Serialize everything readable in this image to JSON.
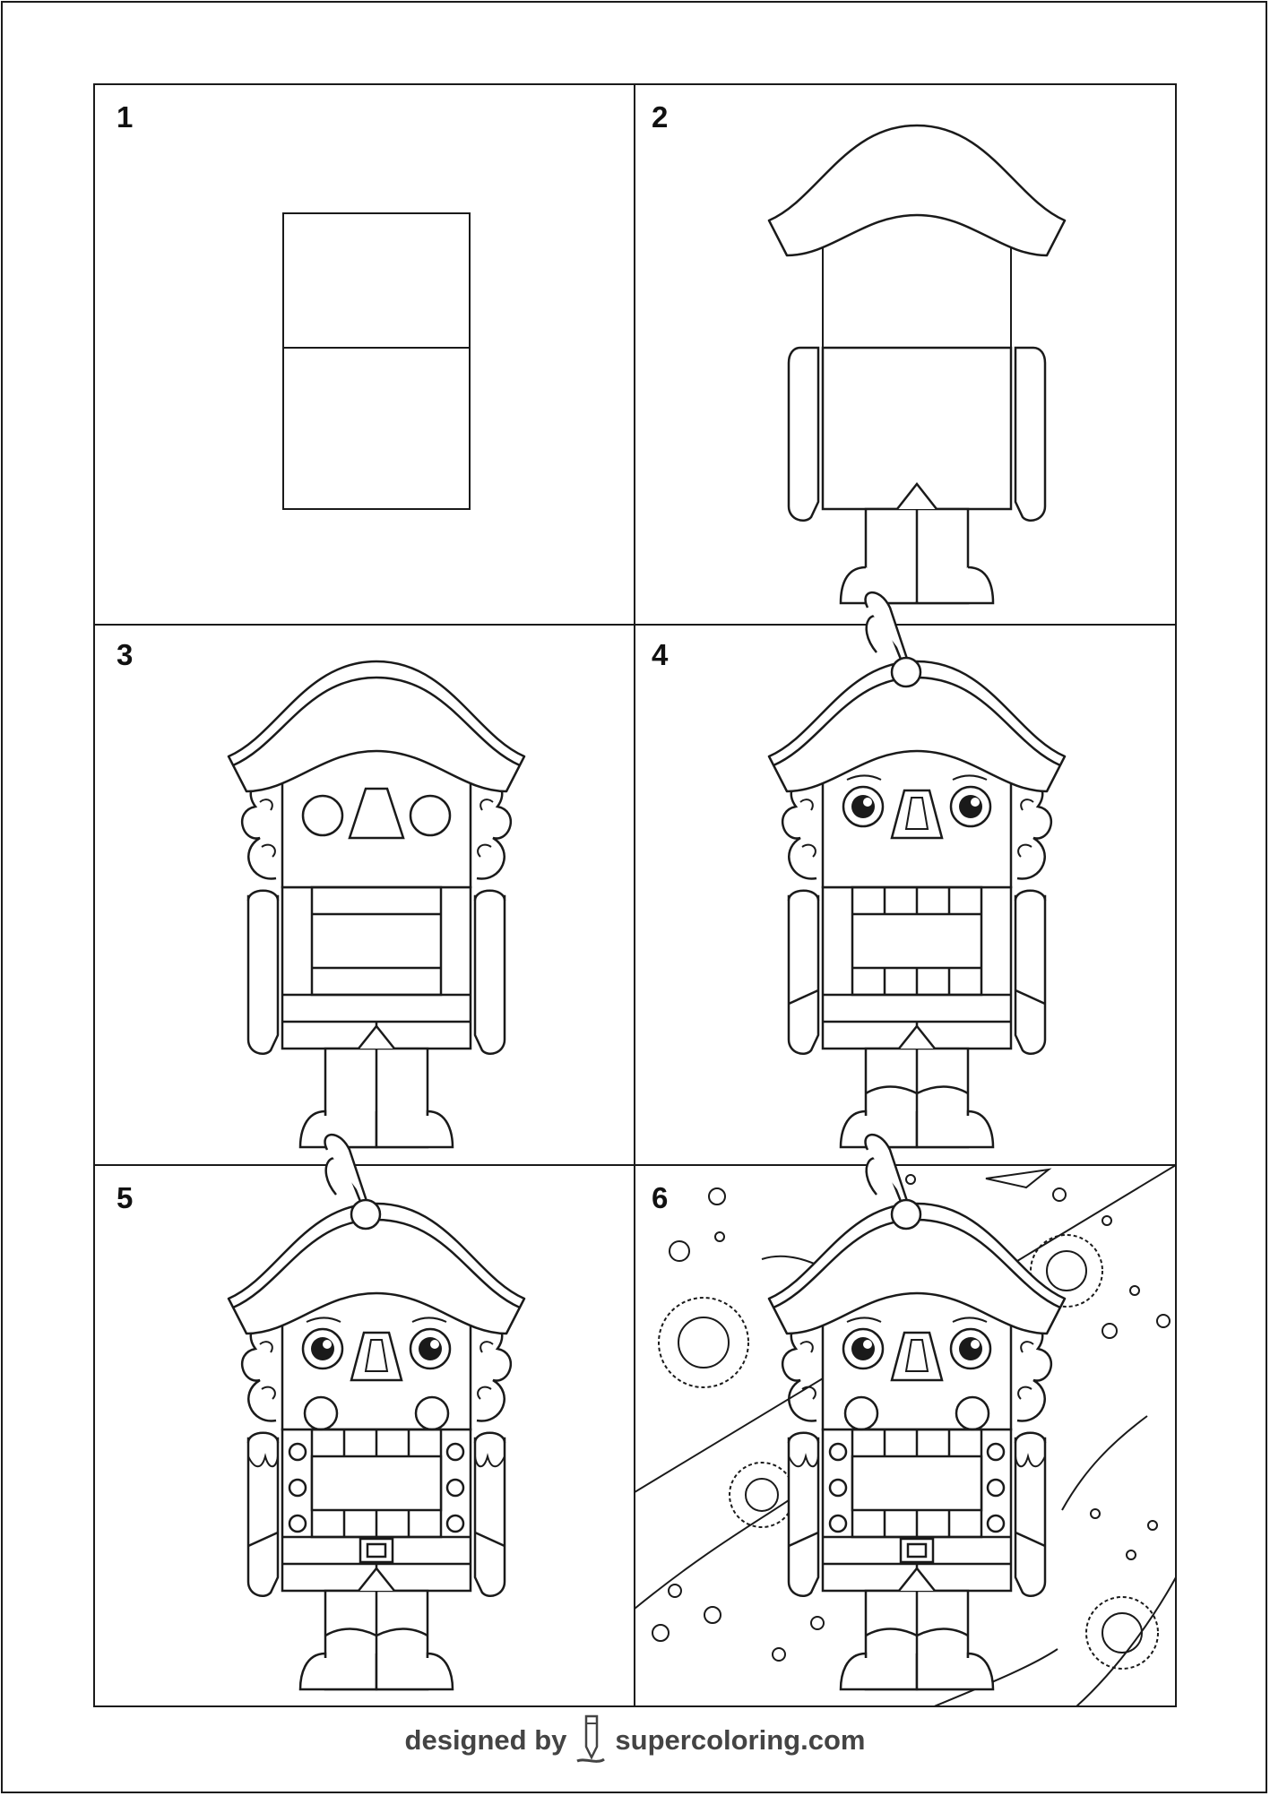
{
  "steps": [
    {
      "number": "1"
    },
    {
      "number": "2"
    },
    {
      "number": "3"
    },
    {
      "number": "4"
    },
    {
      "number": "5"
    },
    {
      "number": "6"
    }
  ],
  "footer": {
    "prefix": "designed by",
    "site": "supercoloring.com"
  },
  "icons": {
    "footer_logo": "crayon-icon"
  },
  "colors": {
    "line": "#1a1a1a",
    "footer_text": "#444444"
  }
}
